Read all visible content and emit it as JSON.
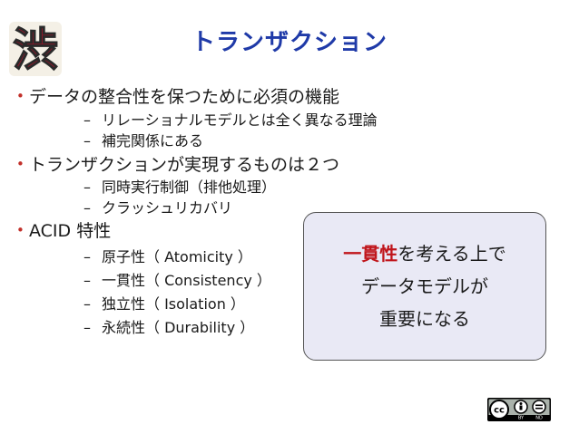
{
  "slide": {
    "title": "トランザクション",
    "logo_char": "渋",
    "bullets": [
      {
        "text": "データの整合性を保つために必須の機能",
        "subs": [
          "リレーショナルモデルとは全く異なる理論",
          "補完関係にある"
        ]
      },
      {
        "text": "トランザクションが実現するものは２つ",
        "subs": [
          "同時実行制御（排他処理）",
          "クラッシュリカバリ"
        ]
      },
      {
        "text": "ACID 特性",
        "subs": [
          "原子性（ Atomicity ）",
          "一貫性（ Consistency ）",
          "独立性（ Isolation ）",
          "永続性（ Durability ）"
        ]
      }
    ],
    "bullet_symbol": "•",
    "dash_symbol": "–",
    "callout": {
      "highlight": "一貫性",
      "line1_rest": "を考える上で",
      "line2": "データモデルが",
      "line3": "重要になる"
    },
    "license": {
      "by": "BY",
      "nd": "ND",
      "cc": "cc"
    },
    "colors": {
      "title": "#1f3aa8",
      "bullet": "#c2302a",
      "highlight": "#c0151b",
      "callout_bg": "#e9e9f5"
    }
  }
}
